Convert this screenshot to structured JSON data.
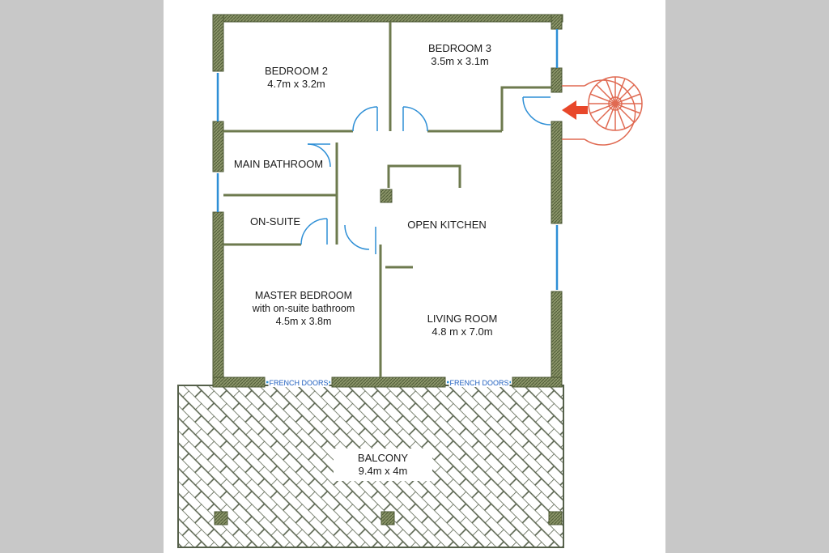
{
  "rooms": {
    "bedroom2": {
      "name": "BEDROOM 2",
      "size": "4.7m x 3.2m"
    },
    "bedroom3": {
      "name": "BEDROOM 3",
      "size": "3.5m x 3.1m"
    },
    "main_bathroom": {
      "name": "MAIN BATHROOM"
    },
    "on_suite": {
      "name": "ON-SUITE"
    },
    "open_kitchen": {
      "name": "OPEN KITCHEN"
    },
    "master_bedroom": {
      "name": "MASTER BEDROOM",
      "note": "with on-suite bathroom",
      "size": "4.5m x 3.8m"
    },
    "living_room": {
      "name": "LIVING ROOM",
      "size": "4.8 m x 7.0m"
    },
    "balcony": {
      "name": "BALCONY",
      "size": "9.4m x 4m"
    }
  },
  "doors": {
    "french_left": "FRENCH DOORS",
    "french_right": "FRENCH DOORS"
  },
  "colors": {
    "wall": "#6d7a4e",
    "wall_hatch": "#4e5a36",
    "window": "#2e8fd6",
    "stair": "#e06a52",
    "arrow": "#e8472a",
    "paving": "#55604a"
  },
  "icons": {
    "entrance_arrow": "arrow-left-icon",
    "stair": "spiral-staircase-icon"
  }
}
